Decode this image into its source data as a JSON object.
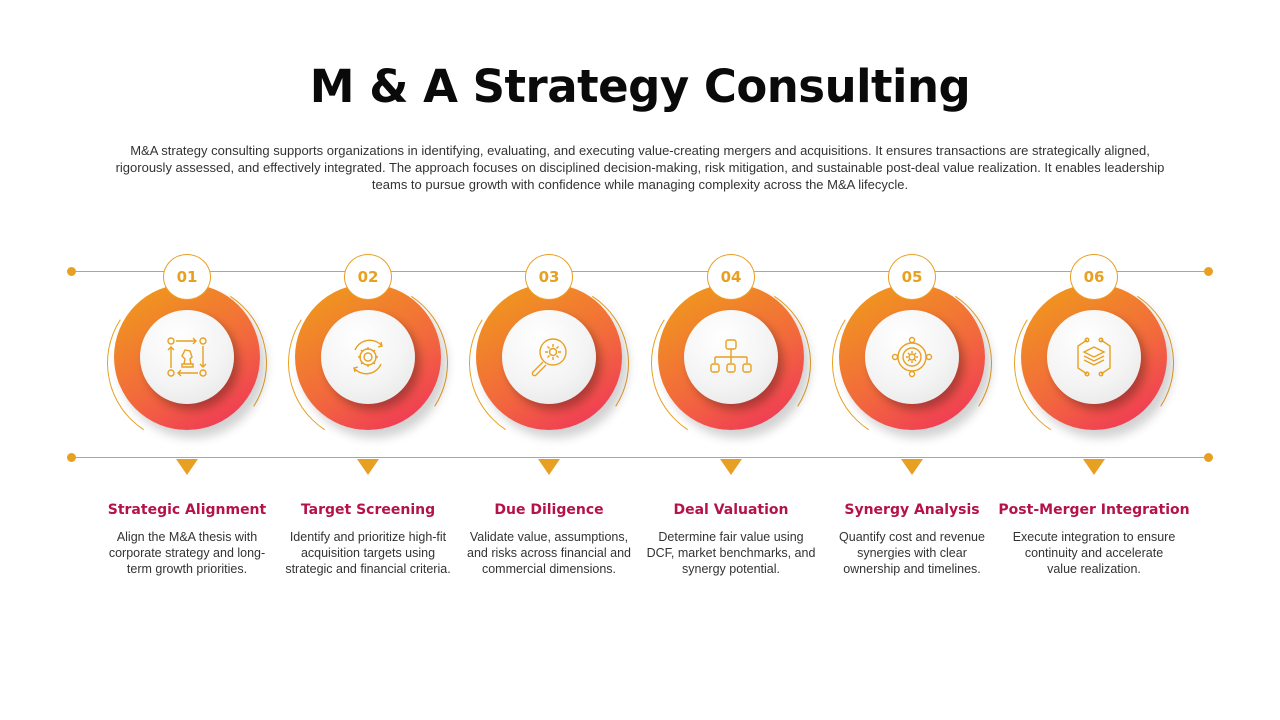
{
  "header": {
    "title": "M & A Strategy Consulting",
    "intro": "M&A strategy consulting supports organizations in identifying, evaluating, and executing value-creating mergers and acquisitions. It ensures transactions are strategically aligned, rigorously assessed, and effectively integrated. The approach focuses on disciplined decision-making, risk mitigation, and sustainable post-deal value realization. It enables leadership teams to pursue growth with confidence while managing complexity across the M&A lifecycle."
  },
  "colors": {
    "accent": "#e8a022",
    "gradient_start": "#f0961e",
    "gradient_end": "#f0345a",
    "step_title": "#b5124a"
  },
  "steps": [
    {
      "number": "01",
      "icon": "chess-strategy-icon",
      "title": "Strategic Alignment",
      "description": "Align the M&A thesis with corporate strategy and long-term growth priorities."
    },
    {
      "number": "02",
      "icon": "gear-cycle-icon",
      "title": "Target Screening",
      "description": "Identify and prioritize high-fit acquisition targets using strategic and financial criteria."
    },
    {
      "number": "03",
      "icon": "magnifier-gear-icon",
      "title": "Due Diligence",
      "description": "Validate value, assumptions, and risks across financial and commercial dimensions."
    },
    {
      "number": "04",
      "icon": "hierarchy-icon",
      "title": "Deal Valuation",
      "description": "Determine fair value using DCF, market benchmarks, and synergy potential."
    },
    {
      "number": "05",
      "icon": "gear-orbit-icon",
      "title": "Synergy Analysis",
      "description": "Quantify cost and revenue synergies with clear ownership and timelines."
    },
    {
      "number": "06",
      "icon": "layers-integration-icon",
      "title": "Post-Merger Integration",
      "description": "Execute integration to ensure continuity and accelerate value realization."
    }
  ]
}
